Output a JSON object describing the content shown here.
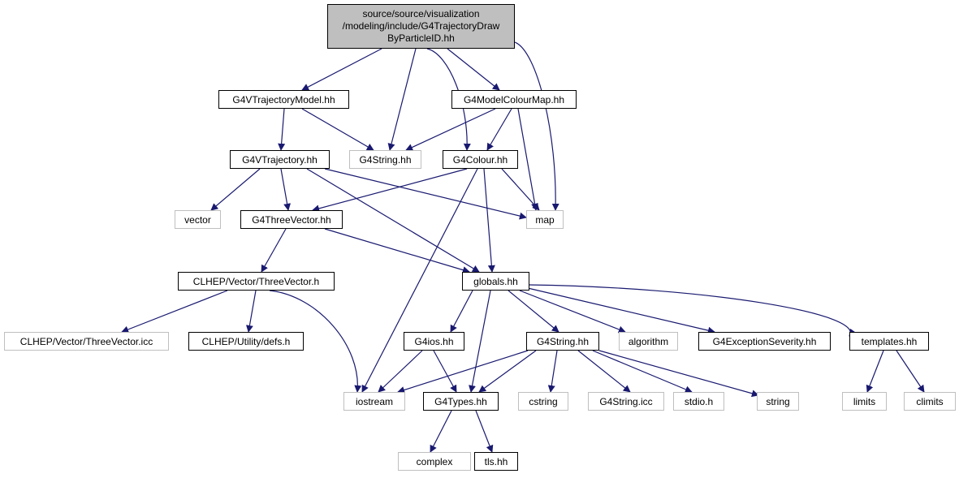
{
  "colors": {
    "edge": "#191970",
    "root_fill": "#bfbfbf",
    "node_border": "#000000",
    "external_border": "#bfbfbf"
  },
  "root": {
    "lines": [
      "source/source/visualization",
      "/modeling/include/G4TrajectoryDraw",
      "ByParticleID.hh"
    ]
  },
  "nodes": [
    {
      "id": "g4vtrajectorymodel",
      "label": "G4VTrajectoryModel.hh",
      "external": false
    },
    {
      "id": "g4string_top",
      "label": "G4String.hh",
      "external": true
    },
    {
      "id": "g4modelcolourmap",
      "label": "G4ModelColourMap.hh",
      "external": false
    },
    {
      "id": "g4vtrajectory",
      "label": "G4VTrajectory.hh",
      "external": false
    },
    {
      "id": "g4colour",
      "label": "G4Colour.hh",
      "external": false
    },
    {
      "id": "vector",
      "label": "vector",
      "external": true
    },
    {
      "id": "g4threevector",
      "label": "G4ThreeVector.hh",
      "external": false
    },
    {
      "id": "map",
      "label": "map",
      "external": true
    },
    {
      "id": "clhep_threevector_h",
      "label": "CLHEP/Vector/ThreeVector.h",
      "external": false
    },
    {
      "id": "globals",
      "label": "globals.hh",
      "external": false
    },
    {
      "id": "clhep_threevector_icc",
      "label": "CLHEP/Vector/ThreeVector.icc",
      "external": true
    },
    {
      "id": "clhep_defs",
      "label": "CLHEP/Utility/defs.h",
      "external": false
    },
    {
      "id": "g4ios",
      "label": "G4ios.hh",
      "external": false
    },
    {
      "id": "g4string",
      "label": "G4String.hh",
      "external": false
    },
    {
      "id": "algorithm",
      "label": "algorithm",
      "external": true
    },
    {
      "id": "g4exceptionseverity",
      "label": "G4ExceptionSeverity.hh",
      "external": false
    },
    {
      "id": "templates",
      "label": "templates.hh",
      "external": false
    },
    {
      "id": "iostream",
      "label": "iostream",
      "external": true
    },
    {
      "id": "g4types",
      "label": "G4Types.hh",
      "external": false
    },
    {
      "id": "cstring",
      "label": "cstring",
      "external": true
    },
    {
      "id": "g4string_icc",
      "label": "G4String.icc",
      "external": true
    },
    {
      "id": "stdio",
      "label": "stdio.h",
      "external": true
    },
    {
      "id": "string",
      "label": "string",
      "external": true
    },
    {
      "id": "limits",
      "label": "limits",
      "external": true
    },
    {
      "id": "climits",
      "label": "climits",
      "external": true
    },
    {
      "id": "complex",
      "label": "complex",
      "external": true
    },
    {
      "id": "tls",
      "label": "tls.hh",
      "external": false
    }
  ],
  "edges": [
    [
      "root",
      "g4vtrajectorymodel"
    ],
    [
      "root",
      "g4string_top"
    ],
    [
      "root",
      "g4modelcolourmap"
    ],
    [
      "root",
      "g4colour"
    ],
    [
      "root",
      "map"
    ],
    [
      "g4vtrajectorymodel",
      "g4vtrajectory"
    ],
    [
      "g4vtrajectorymodel",
      "g4string_top"
    ],
    [
      "g4modelcolourmap",
      "g4string_top"
    ],
    [
      "g4modelcolourmap",
      "g4colour"
    ],
    [
      "g4modelcolourmap",
      "map"
    ],
    [
      "g4vtrajectory",
      "vector"
    ],
    [
      "g4vtrajectory",
      "g4threevector"
    ],
    [
      "g4vtrajectory",
      "map"
    ],
    [
      "g4vtrajectory",
      "globals"
    ],
    [
      "g4colour",
      "g4threevector"
    ],
    [
      "g4colour",
      "map"
    ],
    [
      "g4colour",
      "globals"
    ],
    [
      "g4colour",
      "iostream"
    ],
    [
      "g4threevector",
      "clhep_threevector_h"
    ],
    [
      "g4threevector",
      "globals"
    ],
    [
      "clhep_threevector_h",
      "clhep_threevector_icc"
    ],
    [
      "clhep_threevector_h",
      "clhep_defs"
    ],
    [
      "clhep_threevector_h",
      "iostream"
    ],
    [
      "globals",
      "g4ios"
    ],
    [
      "globals",
      "g4types"
    ],
    [
      "globals",
      "g4string"
    ],
    [
      "globals",
      "algorithm"
    ],
    [
      "globals",
      "g4exceptionseverity"
    ],
    [
      "globals",
      "templates"
    ],
    [
      "g4ios",
      "iostream"
    ],
    [
      "g4ios",
      "g4types"
    ],
    [
      "g4string",
      "iostream"
    ],
    [
      "g4string",
      "g4types"
    ],
    [
      "g4string",
      "cstring"
    ],
    [
      "g4string",
      "g4string_icc"
    ],
    [
      "g4string",
      "stdio"
    ],
    [
      "g4string",
      "string"
    ],
    [
      "templates",
      "limits"
    ],
    [
      "templates",
      "climits"
    ],
    [
      "g4types",
      "complex"
    ],
    [
      "g4types",
      "tls"
    ]
  ]
}
